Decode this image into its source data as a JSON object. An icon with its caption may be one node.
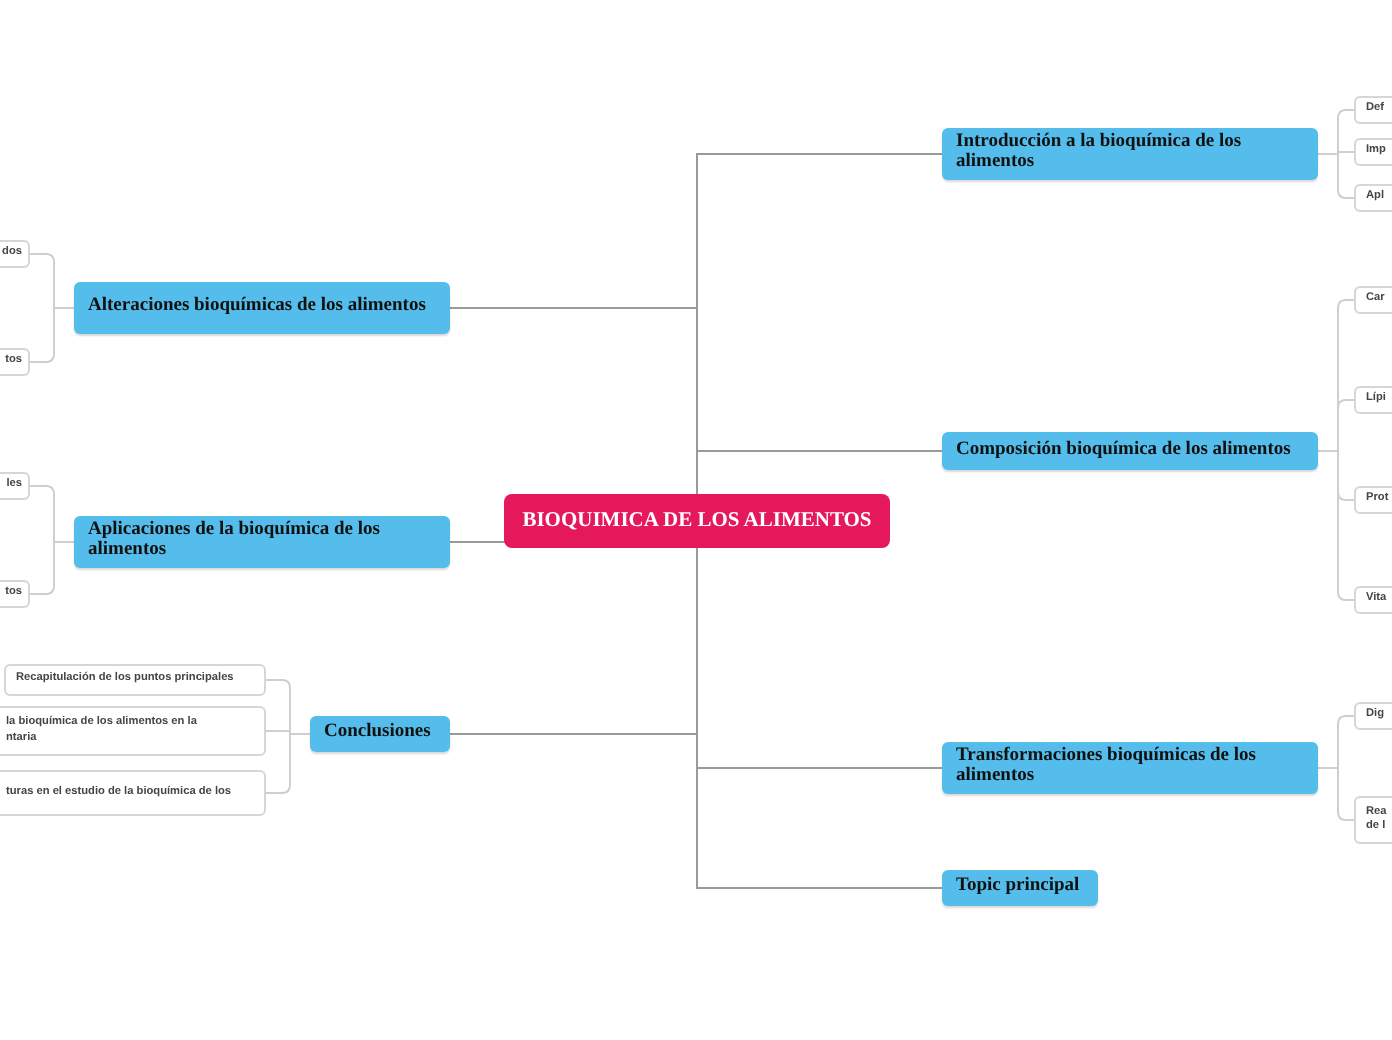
{
  "diagram": {
    "nodes": [
      {
        "text": [
          "BIOQUIMICA DE LOS ALIMENTOS"
        ]
      },
      {
        "text": [
          "Introducción a la bioquímica de los alimentos"
        ]
      },
      {
        "text": [
          "Def"
        ]
      },
      {
        "text": [
          "Imp"
        ]
      },
      {
        "text": [
          "Apl"
        ]
      },
      {
        "text": [
          "Composición bioquímica de los alimentos"
        ]
      },
      {
        "text": [
          "Car"
        ]
      },
      {
        "text": [
          "Lípi"
        ]
      },
      {
        "text": [
          "Prot"
        ]
      },
      {
        "text": [
          "Vita"
        ]
      },
      {
        "text": [
          "Transformaciones bioquímicas de los alimentos"
        ]
      },
      {
        "text": [
          "Dig"
        ]
      },
      {
        "text": [
          "Rea de l"
        ]
      },
      {
        "text": [
          "Topic principal"
        ]
      },
      {
        "text": [
          "Alteraciones bioquímicas de los alimentos"
        ]
      },
      {
        "text": [
          "dos"
        ]
      },
      {
        "text": [
          "tos"
        ]
      },
      {
        "text": [
          "Aplicaciones de la bioquímica de los alimentos"
        ]
      },
      {
        "text": [
          "les"
        ]
      },
      {
        "text": [
          "tos"
        ]
      },
      {
        "text": [
          "Conclusiones"
        ]
      },
      {
        "text": [
          "Recapitulación de los puntos principales"
        ]
      },
      {
        "text": [
          "la bioquímica de los alimentos en la ntaria"
        ]
      },
      {
        "text": [
          "turas en el estudio de la bioquímica de los"
        ]
      }
    ],
    "edges": [
      {
        "from": 0,
        "to": 1,
        "arrow": "none"
      },
      {
        "from": 1,
        "to": 2,
        "arrow": "none"
      },
      {
        "from": 1,
        "to": 3,
        "arrow": "none"
      },
      {
        "from": 1,
        "to": 4,
        "arrow": "none"
      },
      {
        "from": 0,
        "to": 5,
        "arrow": "none"
      },
      {
        "from": 5,
        "to": 6,
        "arrow": "none"
      },
      {
        "from": 5,
        "to": 7,
        "arrow": "none"
      },
      {
        "from": 5,
        "to": 8,
        "arrow": "none"
      },
      {
        "from": 5,
        "to": 9,
        "arrow": "none"
      },
      {
        "from": 0,
        "to": 10,
        "arrow": "none"
      },
      {
        "from": 10,
        "to": 11,
        "arrow": "none"
      },
      {
        "from": 10,
        "to": 12,
        "arrow": "none"
      },
      {
        "from": 0,
        "to": 13,
        "arrow": "none"
      },
      {
        "from": 0,
        "to": 14,
        "arrow": "none"
      },
      {
        "from": 14,
        "to": 15,
        "arrow": "none"
      },
      {
        "from": 14,
        "to": 16,
        "arrow": "none"
      },
      {
        "from": 0,
        "to": 17,
        "arrow": "none"
      },
      {
        "from": 17,
        "to": 18,
        "arrow": "none"
      },
      {
        "from": 17,
        "to": 19,
        "arrow": "none"
      },
      {
        "from": 0,
        "to": 20,
        "arrow": "none"
      },
      {
        "from": 20,
        "to": 21,
        "arrow": "none"
      },
      {
        "from": 20,
        "to": 22,
        "arrow": "none"
      },
      {
        "from": 20,
        "to": 23,
        "arrow": "none"
      }
    ]
  }
}
